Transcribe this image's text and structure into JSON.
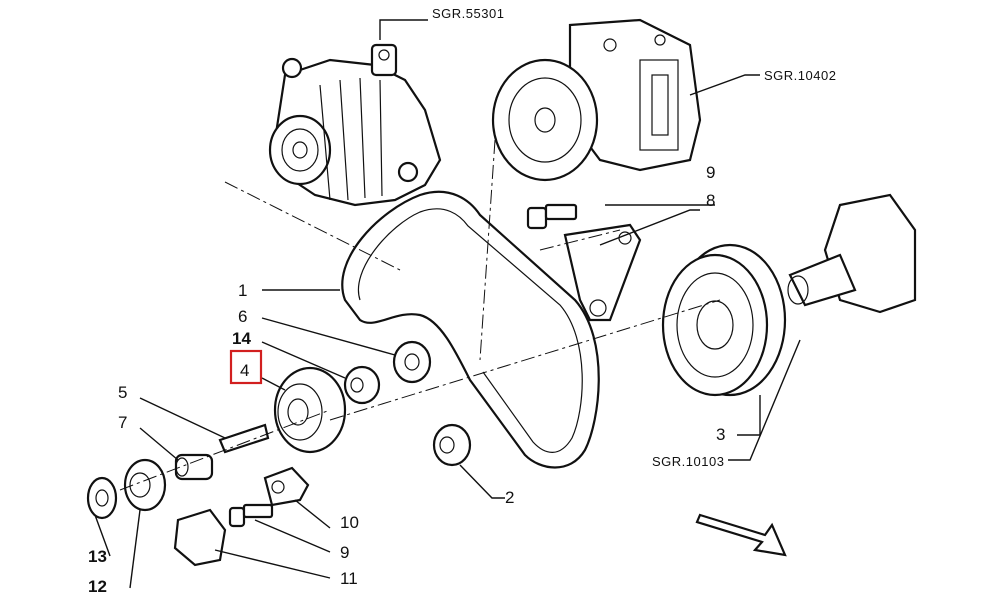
{
  "references": {
    "alternator": "SGR.55301",
    "pump": "SGR.10402",
    "crank_pulley": "SGR.10103"
  },
  "callouts": {
    "p1": "1",
    "p2": "2",
    "p3": "3",
    "p4": "4",
    "p5": "5",
    "p6": "6",
    "p7": "7",
    "p8": "8",
    "p9_top": "9",
    "p9_bottom": "9",
    "p10": "10",
    "p11": "11",
    "p12": "12",
    "p13": "13",
    "p14": "14"
  },
  "highlight": {
    "color": "#d21f1f",
    "part": "4"
  }
}
